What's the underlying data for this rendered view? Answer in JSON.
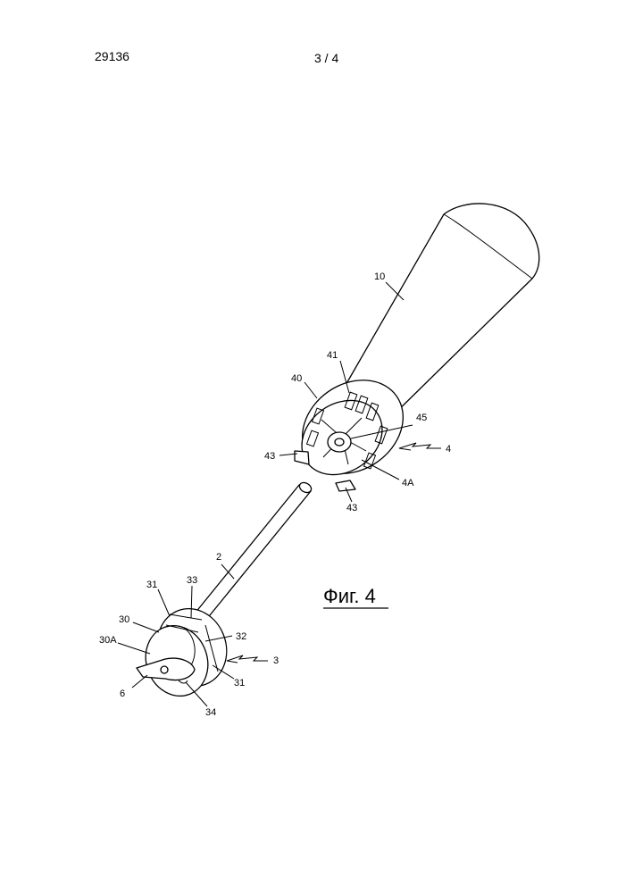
{
  "header": {
    "doc_number": "29136",
    "page": "3 / 4"
  },
  "figure": {
    "caption": "Фиг. 4",
    "labels": {
      "l10": "10",
      "l41": "41",
      "l40": "40",
      "l45": "45",
      "l4": "4",
      "l43a": "43",
      "l4A": "4A",
      "l43b": "43",
      "l2": "2",
      "l31a": "31",
      "l33": "33",
      "l30": "30",
      "l32": "32",
      "l30A": "30A",
      "l3": "3",
      "l31b": "31",
      "l6": "6",
      "l34": "34"
    }
  }
}
